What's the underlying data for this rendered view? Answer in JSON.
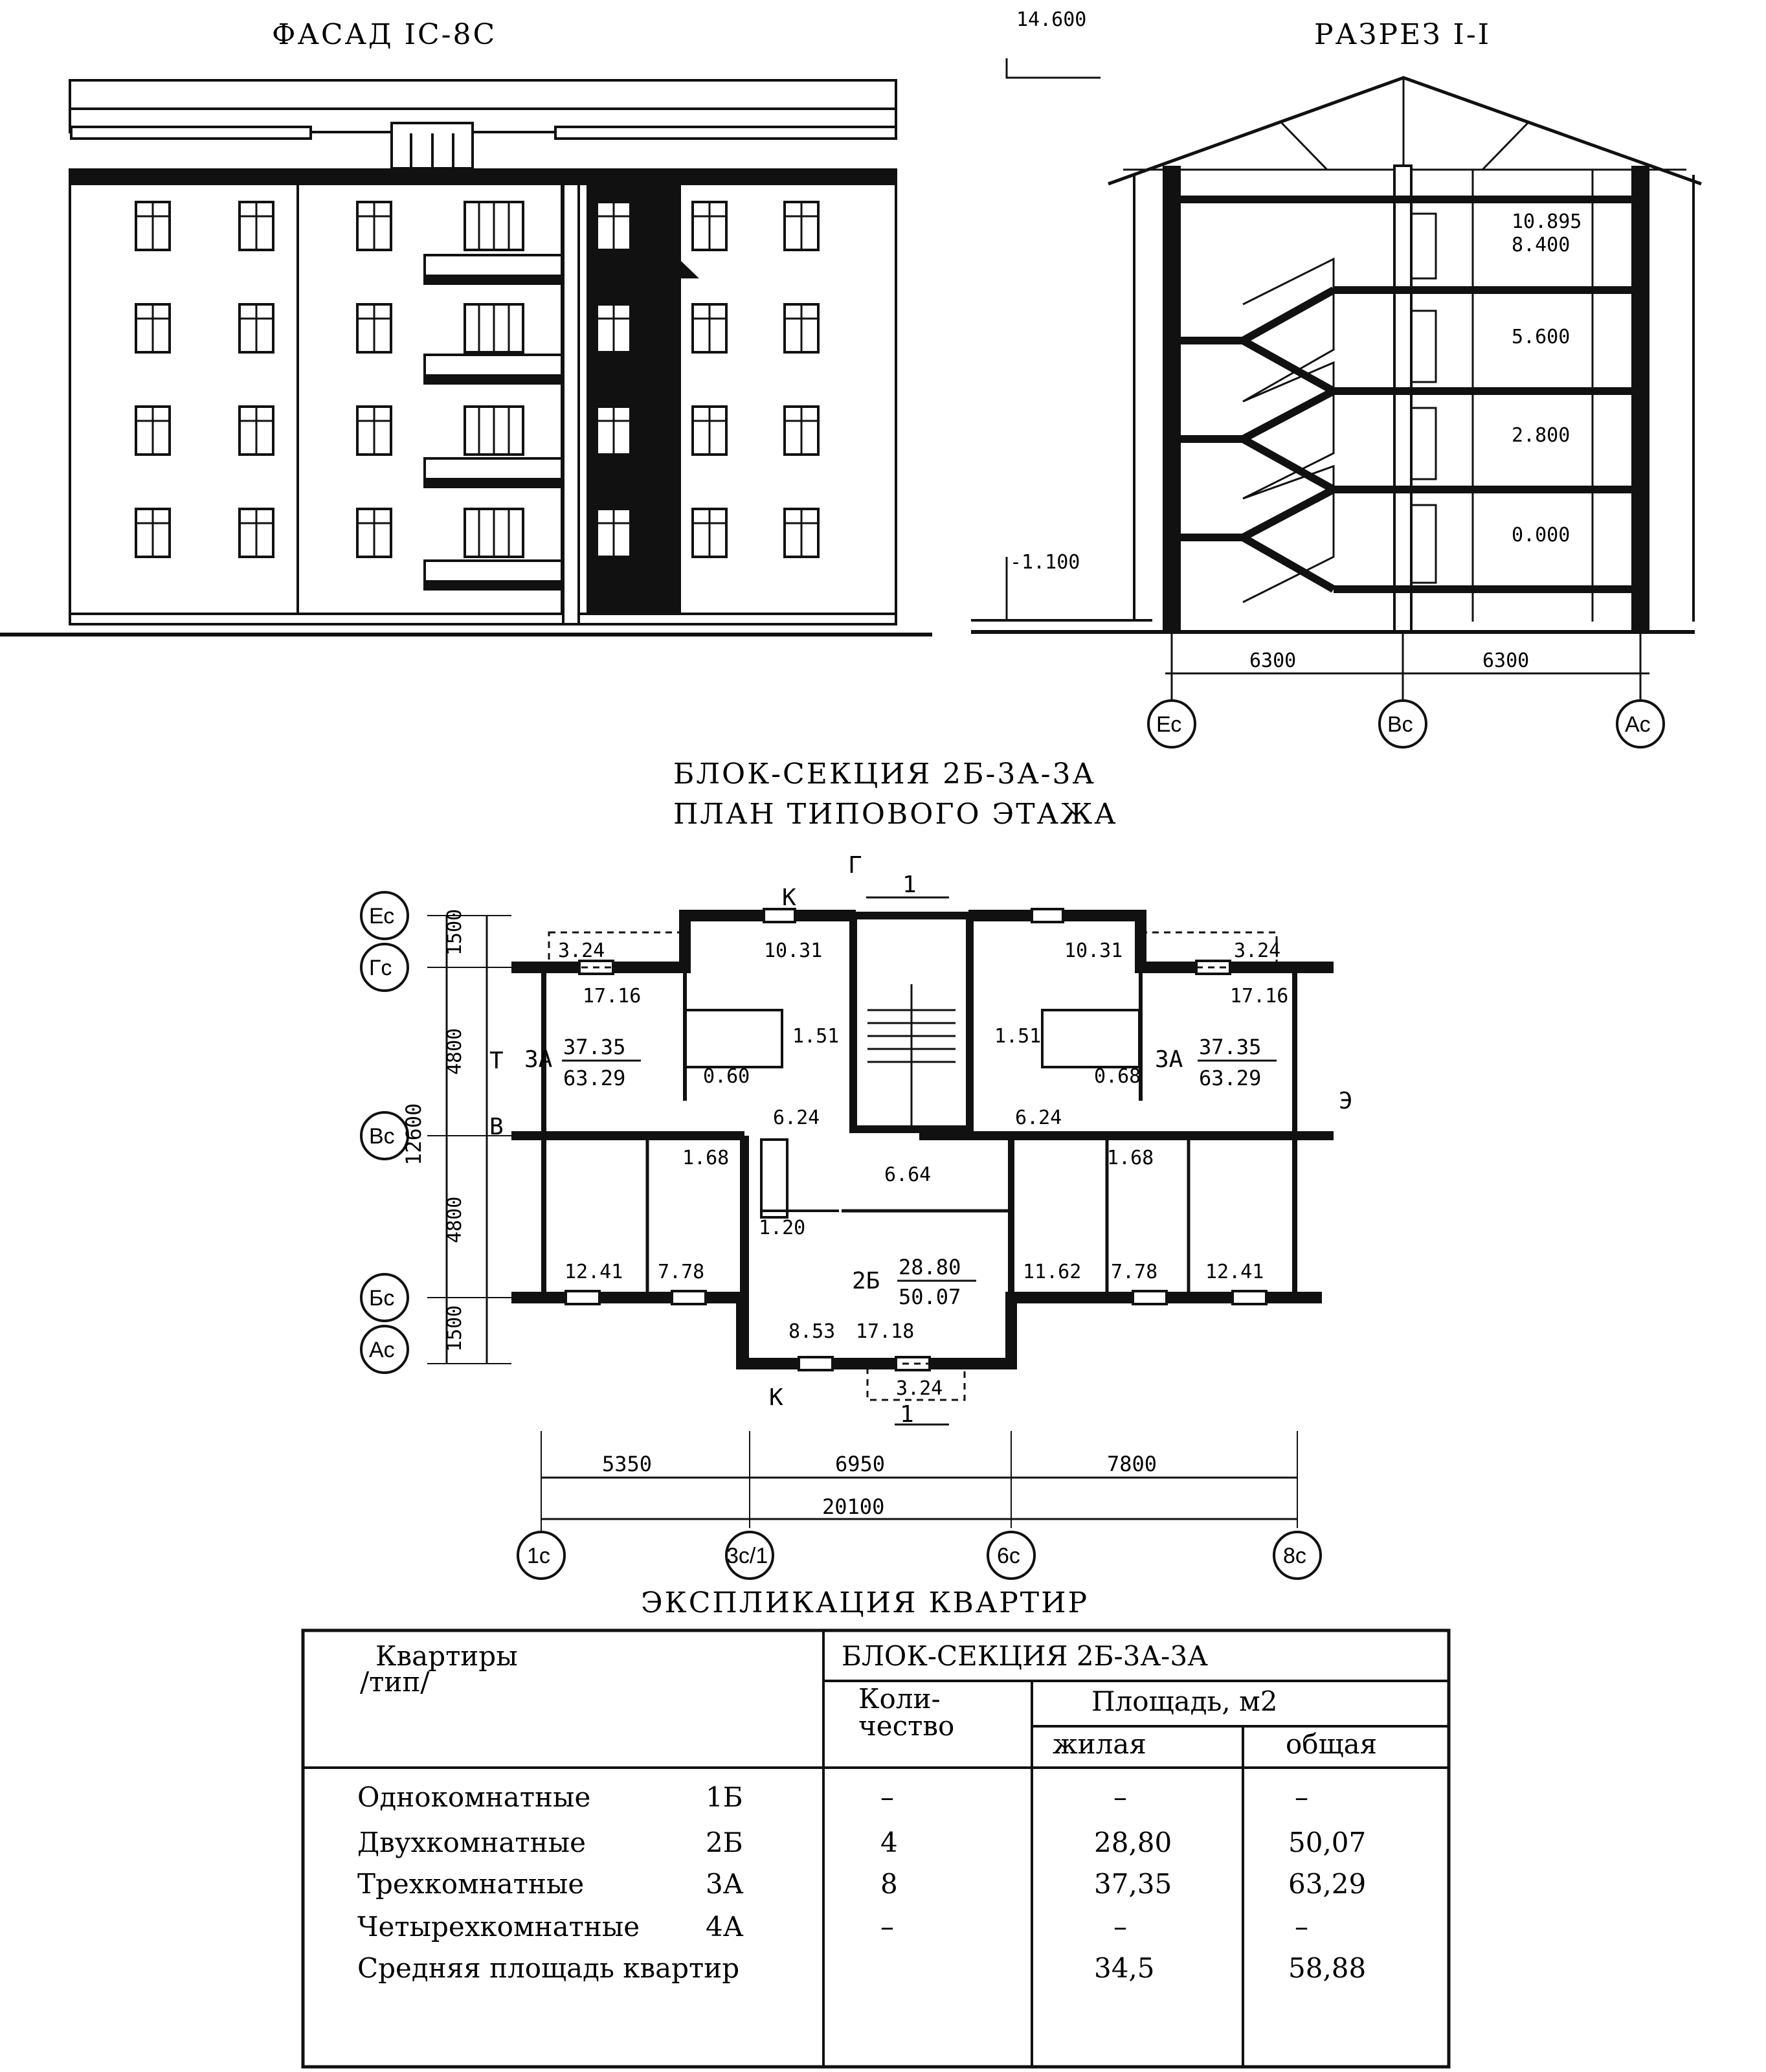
{
  "titles": {
    "facade": "ФАСАД IC-8C",
    "section": "РАЗРЕЗ I-I",
    "plan_line1": "БЛОК-СЕКЦИЯ 2Б-3А-3А",
    "plan_line2": "ПЛАН ТИПОВОГО ЭТАЖА",
    "explication": "ЭКСПЛИКАЦИЯ КВАРТИР"
  },
  "section": {
    "levels": [
      "14.600",
      "10.895",
      "8.400",
      "5.600",
      "2.800",
      "0.000",
      "-1.100"
    ],
    "spans": [
      "6300",
      "6300"
    ],
    "axes": [
      "Ес",
      "Вс",
      "Ас"
    ]
  },
  "plan": {
    "left_axes": [
      "Ес",
      "Гс",
      "Вс",
      "Бс",
      "Ас"
    ],
    "left_dims": [
      "1500",
      "4800",
      "4800",
      "1500"
    ],
    "left_total": "12600",
    "bottom_axes": [
      "1с",
      "3с/1",
      "6с",
      "8с"
    ],
    "bottom_dims": [
      "5350",
      "6950",
      "7800"
    ],
    "bottom_total": "20100",
    "marks": [
      "К",
      "Г",
      "1",
      "Т",
      "В",
      "Э"
    ],
    "areas": {
      "a1": "3.24",
      "a2": "17.16",
      "a3": "10.31",
      "a4": "1.51",
      "a5": "0.60",
      "a6": "6.24",
      "a7": "1.68",
      "a8": "12.41",
      "a9": "7.78",
      "a10": "6.64",
      "a11": "1.20",
      "a12": "8.53",
      "a13": "17.18",
      "a14": "11.62",
      "a15": "0.68"
    },
    "apt_3a": {
      "type": "3А",
      "living": "37.35",
      "total": "63.29"
    },
    "apt_2b": {
      "type": "2Б",
      "living": "28.80",
      "total": "50.07"
    }
  },
  "table": {
    "head_col1_l1": "Квартиры",
    "head_col1_l2": "/тип/",
    "head_block": "БЛОК-СЕКЦИЯ 2Б-3А-3А",
    "head_count_l1": "Коли-",
    "head_count_l2": "чество",
    "head_area": "Площадь, м2",
    "head_living": "жилая",
    "head_total": "общая",
    "rows": [
      {
        "name": "Однокомнатные",
        "type": "1Б",
        "count": "–",
        "living": "–",
        "total": "–"
      },
      {
        "name": "Двухкомнатные",
        "type": "2Б",
        "count": "4",
        "living": "28,80",
        "total": "50,07"
      },
      {
        "name": "Трехкомнатные",
        "type": "3А",
        "count": "8",
        "living": "37,35",
        "total": "63,29"
      },
      {
        "name": "Четырехкомнатные",
        "type": "4А",
        "count": "–",
        "living": "–",
        "total": "–"
      },
      {
        "name": "Средняя площадь квартир",
        "type": "",
        "count": "",
        "living": "34,5",
        "total": "58,88"
      }
    ]
  }
}
